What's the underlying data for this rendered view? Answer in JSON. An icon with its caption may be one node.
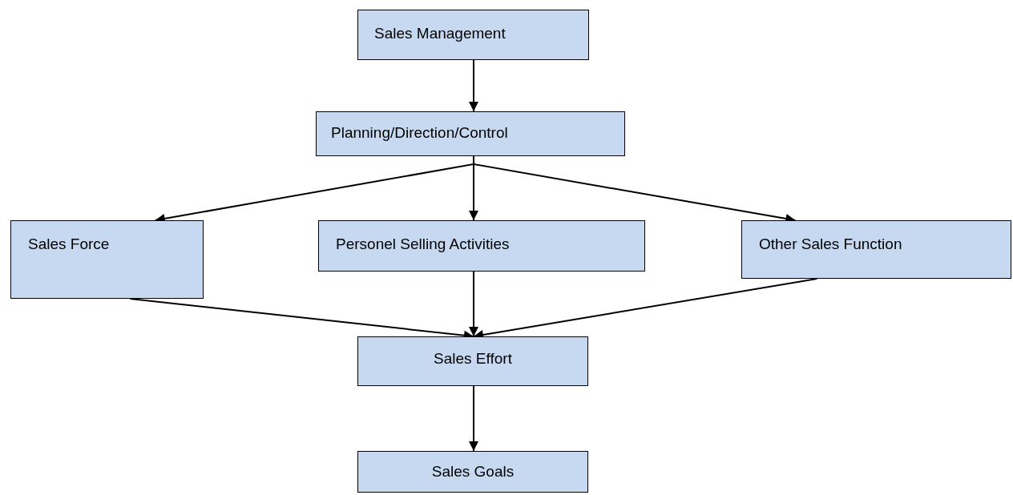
{
  "diagram": {
    "nodes": [
      {
        "text": [
          "Sales Management"
        ]
      },
      {
        "text": [
          "Planning/Direction/Control"
        ]
      },
      {
        "text": [
          "Sales Force"
        ]
      },
      {
        "text": [
          "Personel Selling Activities"
        ]
      },
      {
        "text": [
          "Other Sales Function"
        ]
      },
      {
        "text": [
          "Sales Effort"
        ]
      },
      {
        "text": [
          "Sales Goals"
        ]
      }
    ],
    "edges": [
      {
        "from": 0,
        "to": 1,
        "arrow": "to"
      },
      {
        "from": 1,
        "to": 2,
        "arrow": "to"
      },
      {
        "from": 1,
        "to": 3,
        "arrow": "to"
      },
      {
        "from": 1,
        "to": 4,
        "arrow": "to"
      },
      {
        "from": 2,
        "to": 5,
        "arrow": "to"
      },
      {
        "from": 3,
        "to": 5,
        "arrow": "to"
      },
      {
        "from": 4,
        "to": 5,
        "arrow": "to"
      },
      {
        "from": 5,
        "to": 6,
        "arrow": "to"
      }
    ]
  }
}
